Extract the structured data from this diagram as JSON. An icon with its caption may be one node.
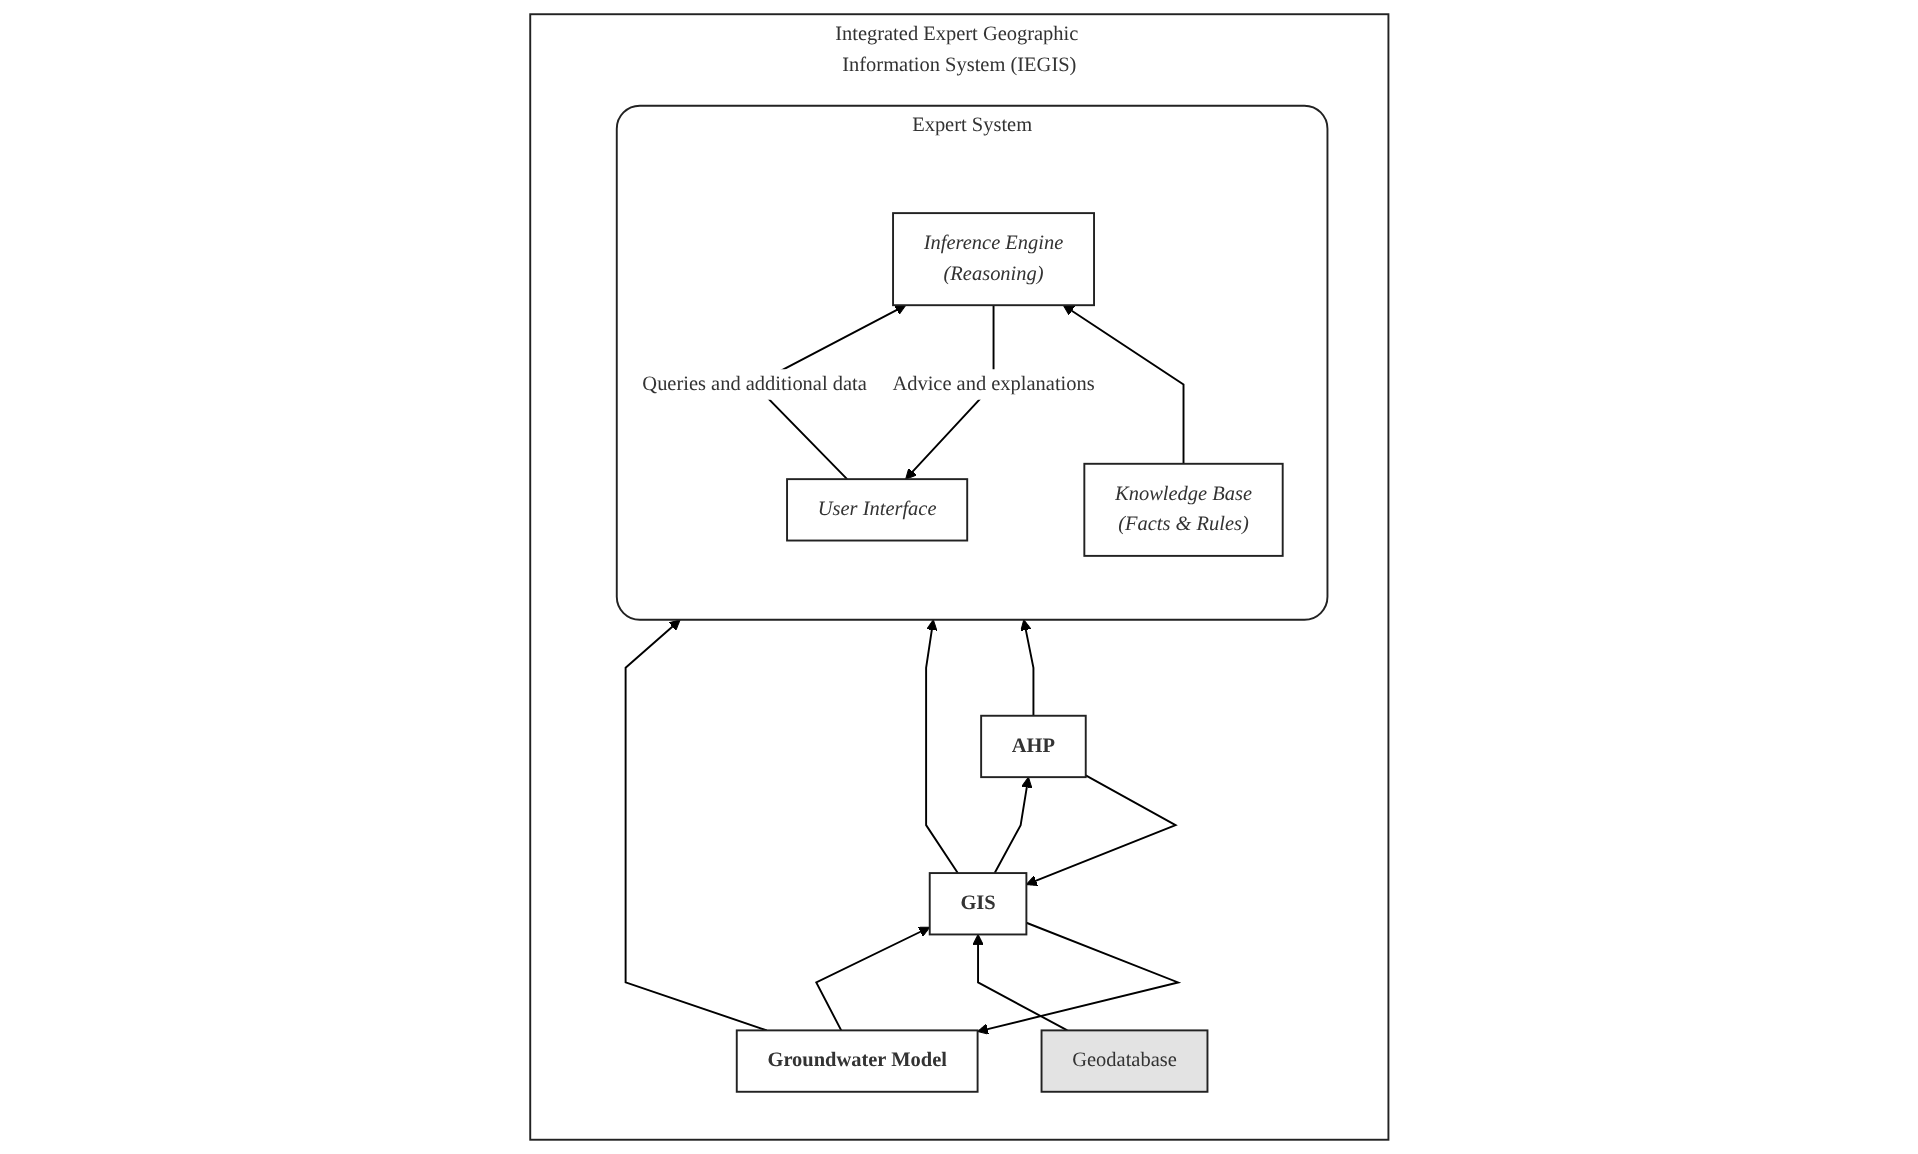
{
  "diagram": {
    "nodes": [
      {
        "text": [
          "Integrated Expert Geographic Information System (IEGIS)"
        ]
      },
      {
        "text": [
          "Expert System"
        ],
        "in": 0
      },
      {
        "text": [
          "User Interface"
        ],
        "in": 1
      },
      {
        "text": [
          "Inference Engine",
          "(Reasoning)"
        ],
        "in": 1
      },
      {
        "text": [
          "Knowledge Base",
          "(Facts & Rules)"
        ],
        "in": 1
      },
      {
        "text": [
          "Groundwater Model"
        ],
        "in": 0
      },
      {
        "text": [
          "GIS"
        ],
        "in": 0
      },
      {
        "text": [
          "AHP"
        ],
        "in": 0
      },
      {
        "text": [
          "Geodatabase"
        ],
        "in": 0
      }
    ],
    "edges": [
      {
        "from": 3,
        "to": 2,
        "arrow": "to",
        "label": "Advice and explanations"
      },
      {
        "from": 2,
        "to": 3,
        "arrow": "to",
        "label": "Queries and additional data"
      },
      {
        "from": 4,
        "to": 3,
        "arrow": "to"
      },
      {
        "from": 5,
        "to": 1,
        "arrow": "to"
      },
      {
        "from": 6,
        "to": 1,
        "arrow": "to"
      },
      {
        "from": 7,
        "to": 1,
        "arrow": "to"
      },
      {
        "from": 5,
        "to": 6,
        "arrow": "to"
      },
      {
        "from": 6,
        "to": 5,
        "arrow": "to"
      },
      {
        "from": 6,
        "to": 7,
        "arrow": "to"
      },
      {
        "from": 7,
        "to": 6,
        "arrow": "to"
      },
      {
        "from": 8,
        "to": 6,
        "arrow": "to"
      }
    ]
  }
}
